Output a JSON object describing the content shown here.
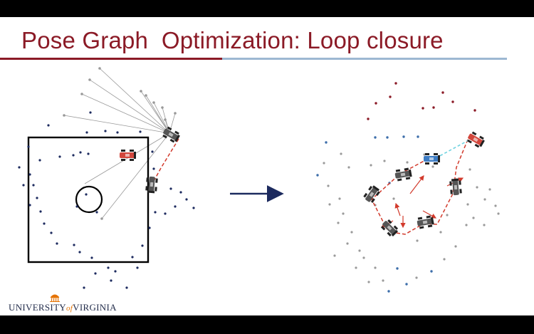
{
  "slide": {
    "title": "Pose Graph  Optimization: Loop closure"
  },
  "logo": {
    "word_left": "UNIVERSITY",
    "word_of": "of",
    "word_right": "VIRGINIA",
    "icon": "rotunda-icon"
  },
  "icons": {
    "arrow": "right-arrow-icon",
    "car": "race-car-icon"
  },
  "colors": {
    "title": "#8b1a26",
    "rule_left": "#8b1a26",
    "rule_right": "#9db8d2",
    "landmark_navy": "#1c2a5e",
    "landmark_blue": "#3d6eaa",
    "landmark_gray": "#9a9a9a",
    "landmark_red": "#8b1a26",
    "loop_edge": "#d23a2c",
    "closure_edge": "#6fd3e0",
    "car_red": "#d2463c",
    "car_blue": "#3d7cc4",
    "car_gray": "#555555"
  }
}
